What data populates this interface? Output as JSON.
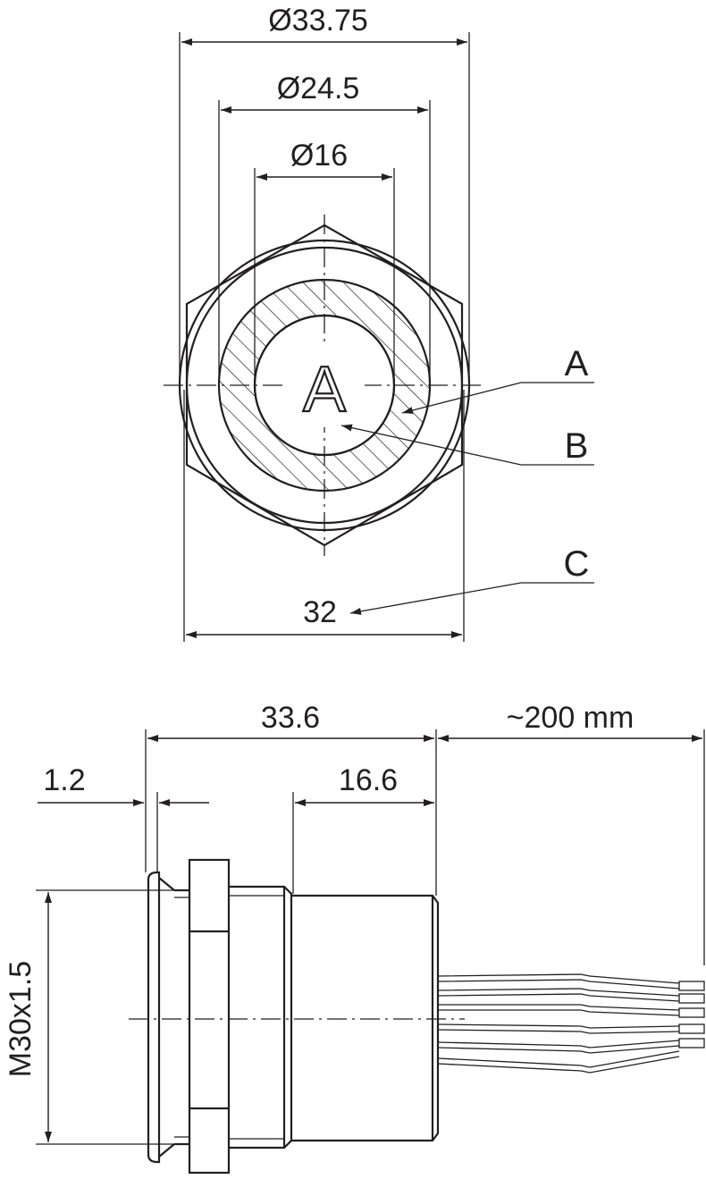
{
  "front_view": {
    "dim_outer_diameter": "Ø33.75",
    "dim_mid_diameter": "Ø24.5",
    "dim_inner_diameter": "Ø16",
    "dim_hex_width": "32",
    "center_marking": "A",
    "callout_a": "A",
    "callout_b": "B",
    "callout_c": "C"
  },
  "side_view": {
    "dim_overall_length": "33.6",
    "dim_cable_length": "~200 mm",
    "dim_flange": "1.2",
    "dim_body": "16.6",
    "dim_thread": "M30x1.5"
  }
}
